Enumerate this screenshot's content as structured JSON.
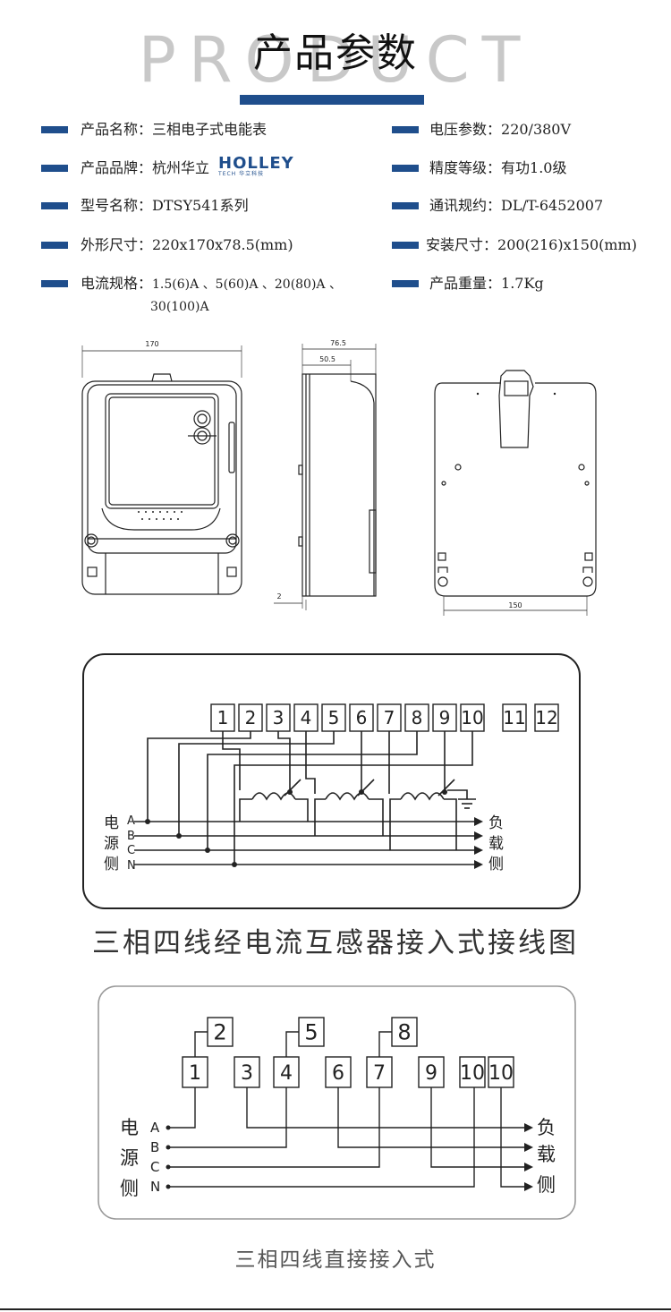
{
  "header": {
    "bg_word": "PRODUCT",
    "title": "产品参数"
  },
  "specs": {
    "left": [
      {
        "label": "产品名称：",
        "value": "三相电子式电能表"
      },
      {
        "label": "产品品牌：",
        "value": "杭州华立"
      },
      {
        "label": "型号名称：",
        "value": "DTSY541系列"
      },
      {
        "label": "外形尺寸：",
        "value": "220x170x78.5(mm)"
      },
      {
        "label": "电流规格：",
        "value": "1.5(6)A 、5(60)A 、20(80)A 、",
        "value2": "30(100)A"
      }
    ],
    "right": [
      {
        "label": "电压参数：",
        "value": "220/380V"
      },
      {
        "label": "精度等级：",
        "value": "有功1.0级"
      },
      {
        "label": "通讯规约：",
        "value": "DL/T-6452007"
      },
      {
        "label": "安装尺寸：",
        "value": "200(216)x150(mm)"
      },
      {
        "label": "产品重量：",
        "value": "1.7Kg"
      }
    ],
    "brand_logo": {
      "text": "HOLLEY",
      "sub": "TECH 华立科技"
    }
  },
  "dimensions": {
    "front_width": "170",
    "side_depth": "76.5",
    "side_inner": "50.5",
    "side_small": "2",
    "back_width": "150"
  },
  "diagram1": {
    "terminals": [
      "1",
      "2",
      "3",
      "4",
      "5",
      "6",
      "7",
      "8",
      "9",
      "10",
      "11",
      "12"
    ],
    "left_label": [
      "电",
      "源",
      "侧"
    ],
    "phases": [
      "A",
      "B",
      "C",
      "N"
    ],
    "right_label": [
      "负",
      "载",
      "侧"
    ],
    "caption": "三相四线经电流互感器接入式接线图"
  },
  "diagram2": {
    "top_terminals": [
      "2",
      "5",
      "8"
    ],
    "bottom_terminals": [
      "1",
      "3",
      "4",
      "6",
      "7",
      "9",
      "10",
      "10"
    ],
    "left_label": [
      "电",
      "源",
      "侧"
    ],
    "phases": [
      "A",
      "B",
      "C",
      "N"
    ],
    "right_label": [
      "负",
      "载",
      "侧"
    ],
    "caption": "三相四线直接接入式"
  }
}
